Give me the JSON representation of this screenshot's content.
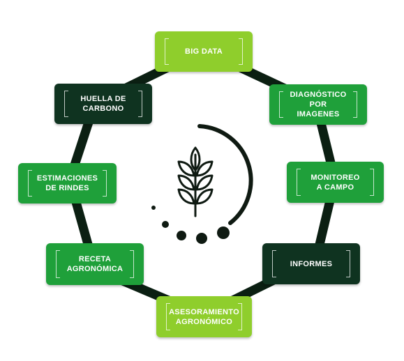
{
  "colors": {
    "ring": "#0b1f12",
    "light_green": "#8fce2c",
    "mid_green": "#1fa03a",
    "dark_green": "#0f3320",
    "wheat": "#0f1a12"
  },
  "center": {
    "icon": "wheat-icon"
  },
  "nodes": [
    {
      "key": "big_data",
      "label": "BIG DATA",
      "color": "light"
    },
    {
      "key": "diagnostico",
      "label": "DIAGNÓSTICO\nPOR IMAGENES",
      "color": "mid"
    },
    {
      "key": "monitoreo",
      "label": "MONITOREO\nA CAMPO",
      "color": "mid"
    },
    {
      "key": "informes",
      "label": "INFORMES",
      "color": "dark"
    },
    {
      "key": "asesoramiento",
      "label": "ASESORAMIENTO\nAGRONÓMICO",
      "color": "light"
    },
    {
      "key": "receta",
      "label": "RECETA\nAGRONÓMICA",
      "color": "mid"
    },
    {
      "key": "estimaciones",
      "label": "ESTIMACIONES\nDE RINDES",
      "color": "mid"
    },
    {
      "key": "huella",
      "label": "HUELLA DE\nCARBONO",
      "color": "dark"
    }
  ]
}
